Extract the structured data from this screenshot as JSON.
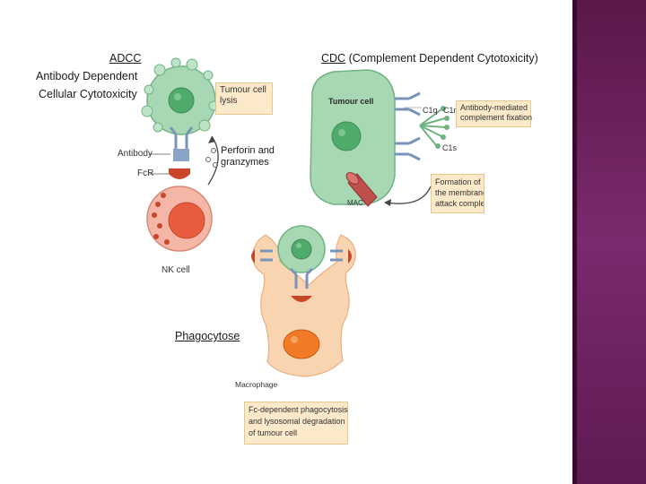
{
  "adcc": {
    "abbr": "ADCC",
    "line1": "Antibody Dependent",
    "line2": "Cellular Cytotoxicity",
    "box": [
      "Tumour cell",
      "lysis"
    ],
    "perforin": [
      "Perforin and",
      "granzymes"
    ],
    "antibody": "Antibody",
    "fcr": "FcR",
    "nk": "NK cell"
  },
  "cdc": {
    "abbr": "CDC",
    "full": " (Complement Dependent Cytotoxicity)",
    "tumour": "Tumour cell",
    "c1q": "C1q",
    "c1r": "C1r",
    "c1s": "C1s",
    "box1": [
      "Antibody-mediated",
      "complement fixation"
    ],
    "box2": [
      "Formation of",
      "the membrane",
      "attack complex"
    ],
    "mac": "MAC"
  },
  "phago": {
    "title": "Phagocytose",
    "macrophage": "Macrophage",
    "box": [
      "Fc-dependent phagocytosis",
      "and lysosomal degradation",
      "of tumour cell"
    ]
  },
  "colors": {
    "tumour_green": "#a8d7b4",
    "nucleus_green": "#4eab6b",
    "nk_pink": "#f4b6a6",
    "macrophage_peach": "#f9d4b0",
    "annotation_bg": "#fbe9c9",
    "side_band": "#6b215e"
  }
}
